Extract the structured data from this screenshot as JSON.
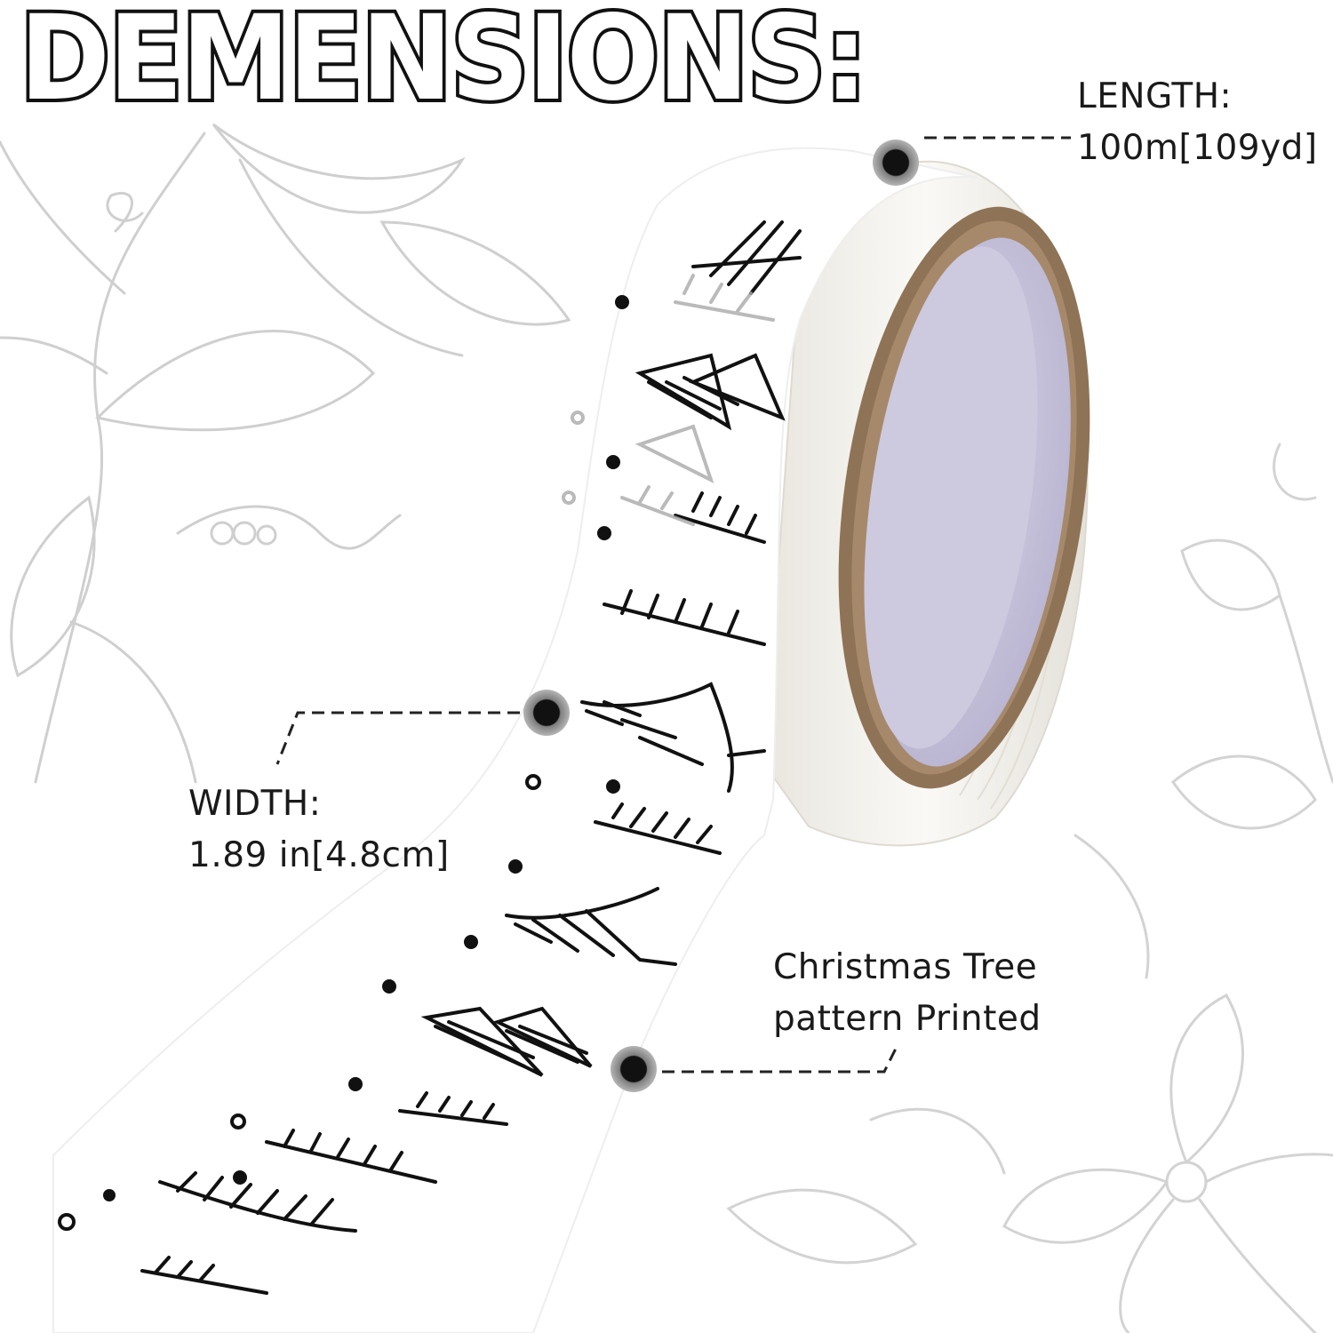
{
  "title": "DEMENSIONS:",
  "callouts": {
    "length": {
      "label": "LENGTH:",
      "value": "100m[109yd]"
    },
    "width": {
      "label": "WIDTH:",
      "value": "1.89 in[4.8cm]"
    },
    "pattern": {
      "line1": "Christmas Tree",
      "line2": "pattern Printed"
    }
  },
  "colors": {
    "text": "#1a1a1a",
    "marker": "#111111",
    "marker_ring": "#8a8a8a",
    "tape_edge": "#f3f1ec",
    "core_inner": "#c8c4dc",
    "core_cardboard": "#8f7357",
    "botanical_lines": "#d0d0d0"
  },
  "icons": [
    "marker-dot-icon",
    "christmas-tree-icon",
    "leaf-illustration-icon",
    "flower-illustration-icon"
  ]
}
